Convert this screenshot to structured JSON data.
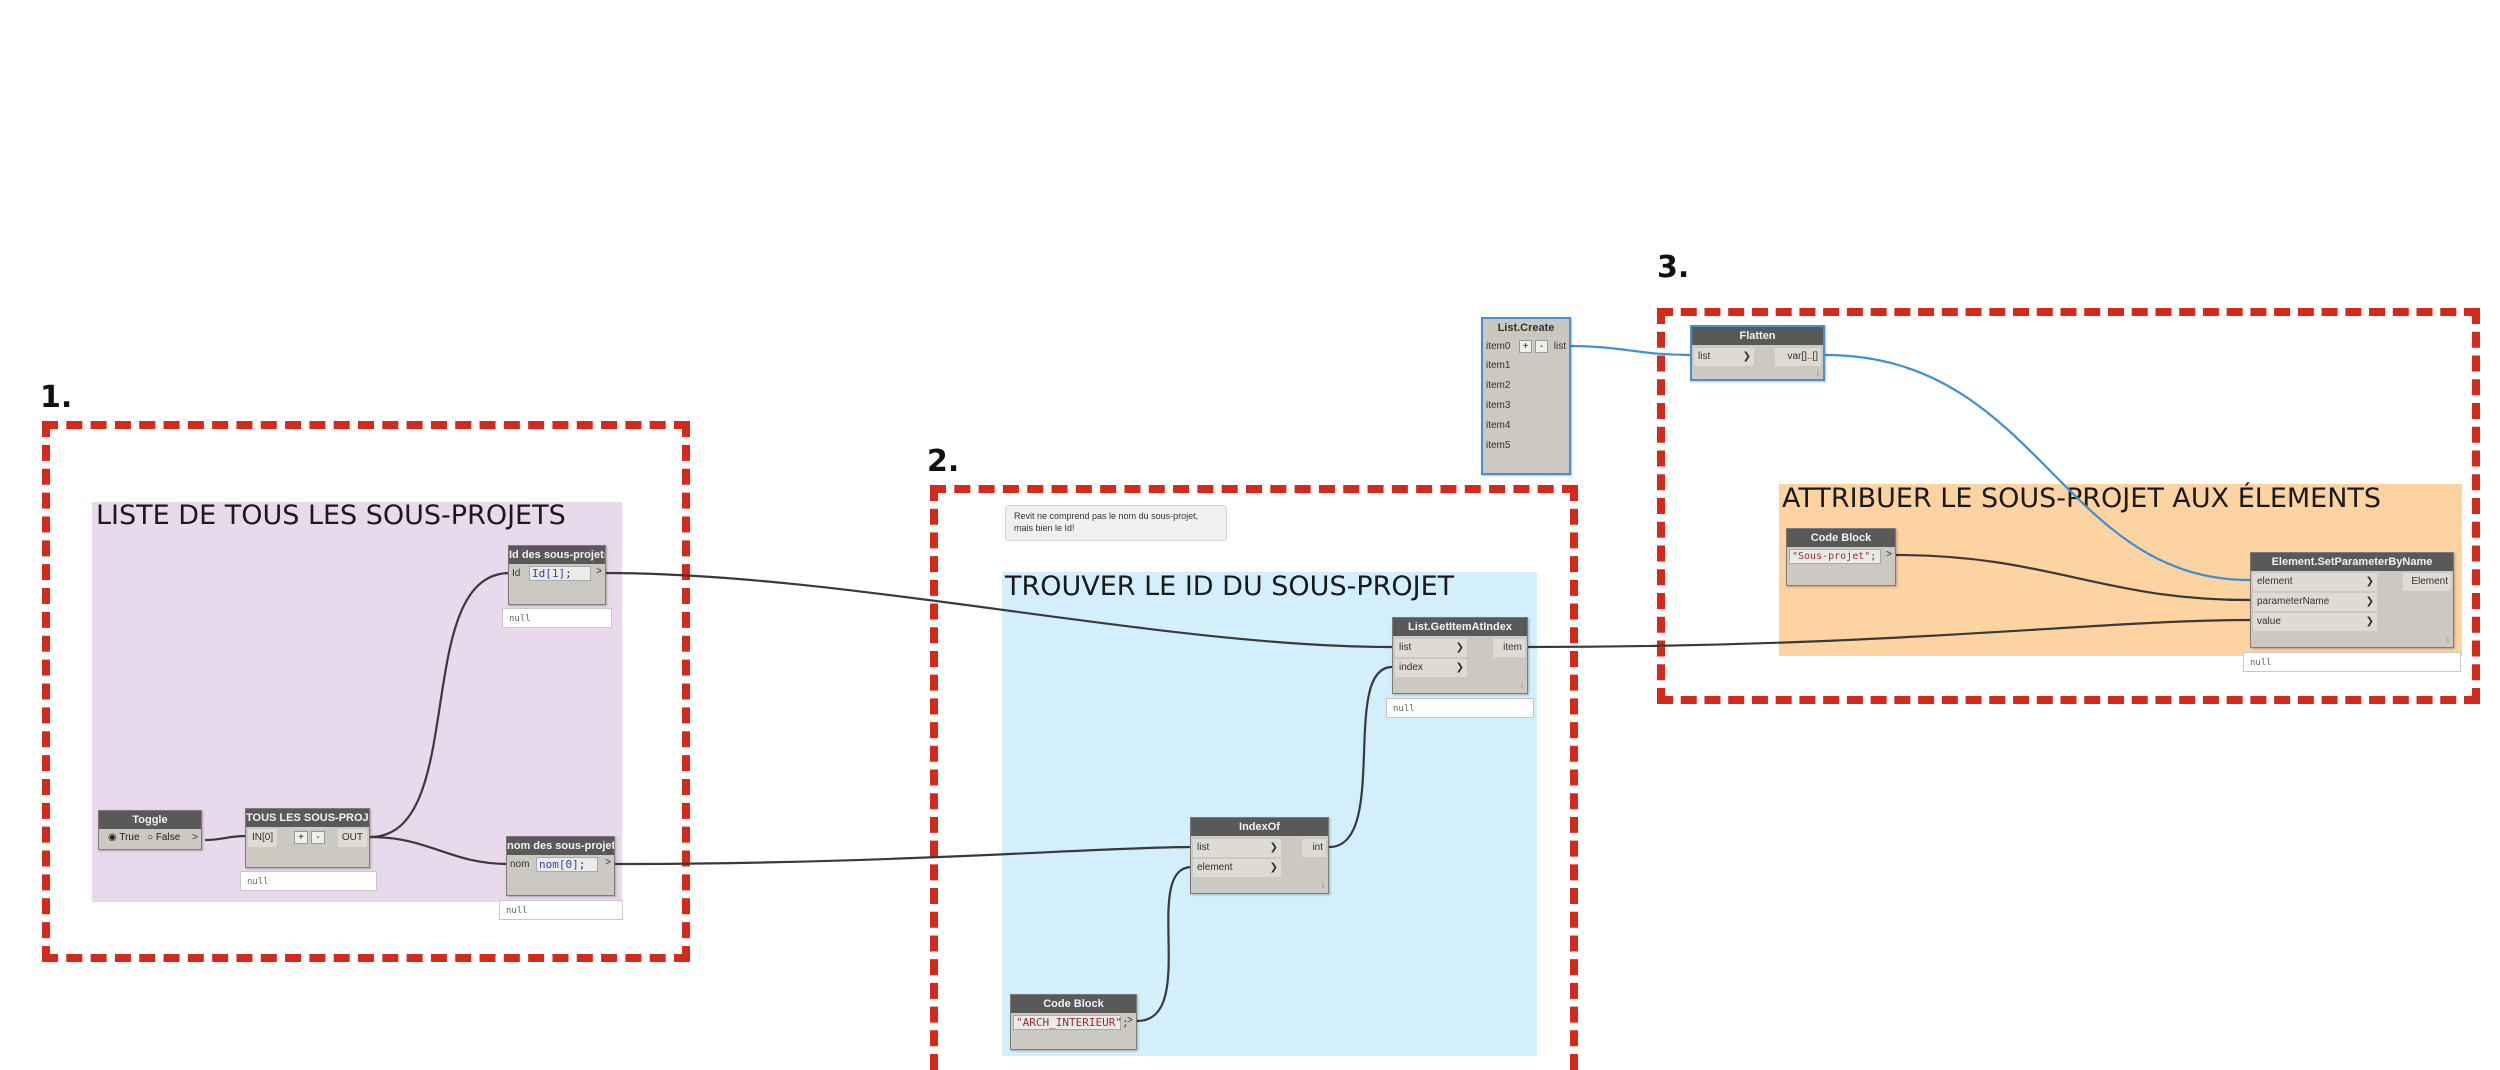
{
  "steps": {
    "one": "1.",
    "two": "2.",
    "three": "3."
  },
  "groups": {
    "g1": "LISTE DE TOUS LES SOUS-PROJETS",
    "g2": "TROUVER LE ID DU SOUS-PROJET",
    "g3": "ATTRIBUER LE SOUS-PROJET AUX ÉLEMENTS"
  },
  "note": "Revit ne comprend pas le nom du sous-projet, mais bien le Id!",
  "nodes": {
    "toggle": {
      "title": "Toggle",
      "true_label": "True",
      "false_label": "False",
      "out": ">"
    },
    "tous": {
      "title": "TOUS LES SOUS-PROJETS",
      "in": "IN[0]",
      "plus": "+",
      "minus": "-",
      "out": "OUT",
      "preview": "null"
    },
    "id_sp": {
      "title": "Id des sous-projets",
      "port": "Id",
      "code_id": "Id",
      "code_idx": "[1]",
      "code_end": ";",
      "out": ">",
      "preview": "null"
    },
    "nom_sp": {
      "title": "nom des sous-projets",
      "port": "nom",
      "code_id": "nom",
      "code_idx": "[0]",
      "code_end": ";",
      "out": ">",
      "preview": "null"
    },
    "getitem": {
      "title": "List.GetItemAtIndex",
      "in1": "list",
      "in2": "index",
      "out": "item",
      "preview": "null"
    },
    "indexof": {
      "title": "IndexOf",
      "in1": "list",
      "in2": "element",
      "out": "int"
    },
    "codeblock2": {
      "title": "Code Block",
      "code": "\"ARCH_INTERIEUR\";",
      "out": ">"
    },
    "listcreate": {
      "title": "List.Create",
      "items": [
        "item0",
        "item1",
        "item2",
        "item3",
        "item4",
        "item5"
      ],
      "plus": "+",
      "minus": "-",
      "out": "list"
    },
    "flatten": {
      "title": "Flatten",
      "in": "list",
      "out": "var[]..[]"
    },
    "codeblock3": {
      "title": "Code Block",
      "code": "\"Sous-projet\";",
      "out": ">"
    },
    "setparam": {
      "title": "Element.SetParameterByName",
      "in1": "element",
      "in2": "parameterName",
      "in3": "value",
      "out": "Element",
      "preview": "null"
    }
  },
  "colors": {
    "group_purple": "#e8d9ec",
    "group_blue": "#d2effb",
    "group_orange": "#fdd3a2",
    "dashed_red": "#d42a1b",
    "wire_dark": "#3a3a3a",
    "wire_blue": "#3d8fd6"
  }
}
